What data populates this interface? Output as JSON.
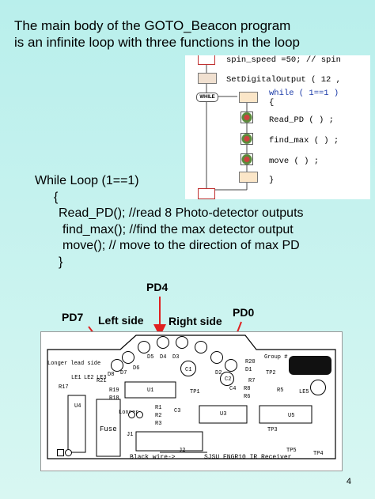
{
  "slide": {
    "title_line1": "The main body of the GOTO_Beacon program",
    "title_line2": "is an infinite loop with three functions in the loop",
    "page_number": "4"
  },
  "flowchart": {
    "lines": [
      "spin_speed =50; // spin",
      "SetDigitalOutput ( 12 ,",
      "while ( 1==1 )",
      "{",
      "Read_PD ( ) ;",
      "find_max ( ) ;",
      "move ( ) ;",
      "}"
    ],
    "while_badge": "WHILE"
  },
  "code": {
    "lines": [
      "While Loop (1==1)",
      "{",
      "Read_PD();   //read 8 Photo-detector outputs",
      "find_max();    //find the max detector output",
      "move();    // move to the direction of max PD",
      "}"
    ]
  },
  "labels": {
    "pd4": "PD4",
    "pd7": "PD7",
    "pd0": "PD0",
    "left_side": "Left side",
    "right_side": "Right side"
  },
  "board": {
    "silkscreen": {
      "longer_lead_side": "Longer lead side",
      "group": "Group #",
      "d8": "D8",
      "d7": "D7",
      "d6": "D6",
      "d5": "D5",
      "d4": "D4",
      "d3": "D3",
      "d2": "D2",
      "d1": "D1",
      "c1": "C1",
      "c2": "C2",
      "c3": "C3",
      "c4": "C4",
      "r20": "R20",
      "r21": "R21",
      "r19": "R19",
      "r18": "R18",
      "r17": "R17",
      "r1": "R1",
      "r2": "R2",
      "r3": "R3",
      "r5": "R5",
      "r6": "R6",
      "r7": "R7",
      "r8": "R8",
      "le1": "LE1",
      "le2": "LE2",
      "le3": "LE3",
      "le5": "LE5",
      "u1": "U1",
      "u3": "U3",
      "u4": "U4",
      "u5": "U5",
      "tp1": "TP1",
      "tp2": "TP2",
      "tp3": "TP3",
      "tp4": "TP4",
      "tp5": "TP5",
      "j1": "J1",
      "j2": "J2",
      "fuse": "Fuse",
      "black_wire": "Black wire->",
      "board_name": "SJSU ENGR10 IR Receiver",
      "longer": "Longer"
    }
  }
}
